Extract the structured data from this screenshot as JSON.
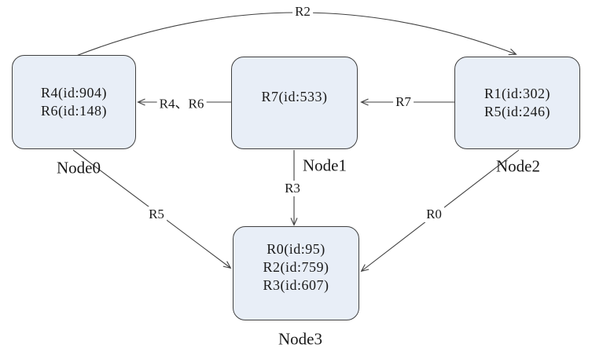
{
  "diagram": {
    "background": "#ffffff",
    "node_fill": "#e8eef7",
    "node_border": "#404040",
    "line_color": "#404040",
    "text_color": "#1a1a1a"
  },
  "nodes": [
    {
      "name": "Node0",
      "routes": [
        "R4(id:904)",
        "R6(id:148)"
      ]
    },
    {
      "name": "Node1",
      "routes": [
        "R7(id:533)"
      ]
    },
    {
      "name": "Node2",
      "routes": [
        "R1(id:302)",
        "R5(id:246)"
      ]
    },
    {
      "name": "Node3",
      "routes": [
        "R0(id:95)",
        "R2(id:759)",
        "R3(id:607)"
      ]
    }
  ],
  "edges": [
    {
      "label": "R2",
      "from": "Node0",
      "to": "Node2"
    },
    {
      "label": "R4、R6",
      "from": "Node1",
      "to": "Node0"
    },
    {
      "label": "R7",
      "from": "Node2",
      "to": "Node1"
    },
    {
      "label": "R3",
      "from": "Node1",
      "to": "Node3"
    },
    {
      "label": "R5",
      "from": "Node0",
      "to": "Node3"
    },
    {
      "label": "R0",
      "from": "Node2",
      "to": "Node3"
    }
  ]
}
